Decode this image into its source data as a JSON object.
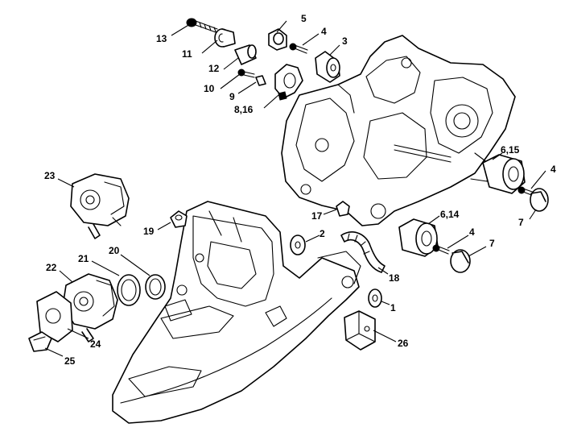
{
  "callouts": [
    {
      "id": "c13",
      "label": "13"
    },
    {
      "id": "c11",
      "label": "11"
    },
    {
      "id": "c5",
      "label": "5"
    },
    {
      "id": "c4a",
      "label": "4"
    },
    {
      "id": "c3",
      "label": "3"
    },
    {
      "id": "c12",
      "label": "12"
    },
    {
      "id": "c10",
      "label": "10"
    },
    {
      "id": "c9",
      "label": "9"
    },
    {
      "id": "c816",
      "label": "8,16"
    },
    {
      "id": "c23",
      "label": "23"
    },
    {
      "id": "c615",
      "label": "6,15"
    },
    {
      "id": "c4b",
      "label": "4"
    },
    {
      "id": "c7a",
      "label": "7"
    },
    {
      "id": "c17",
      "label": "17"
    },
    {
      "id": "c614",
      "label": "6,14"
    },
    {
      "id": "c19",
      "label": "19"
    },
    {
      "id": "c2",
      "label": "2"
    },
    {
      "id": "c4c",
      "label": "4"
    },
    {
      "id": "c20",
      "label": "20"
    },
    {
      "id": "c7b",
      "label": "7"
    },
    {
      "id": "c21",
      "label": "21"
    },
    {
      "id": "c22",
      "label": "22"
    },
    {
      "id": "c18",
      "label": "18"
    },
    {
      "id": "c1",
      "label": "1"
    },
    {
      "id": "c24",
      "label": "24"
    },
    {
      "id": "c26",
      "label": "26"
    },
    {
      "id": "c25",
      "label": "25"
    }
  ]
}
